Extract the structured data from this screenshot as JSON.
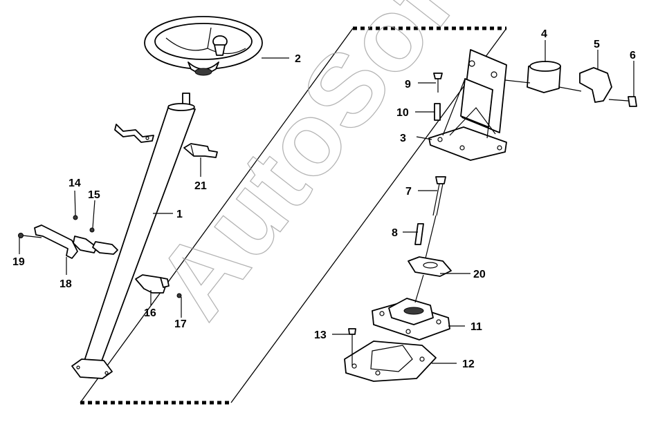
{
  "watermark": "AutoSoft",
  "callouts": [
    {
      "id": "1",
      "name": "part-callout-1"
    },
    {
      "id": "2",
      "name": "part-callout-2"
    },
    {
      "id": "3",
      "name": "part-callout-3"
    },
    {
      "id": "4",
      "name": "part-callout-4"
    },
    {
      "id": "5",
      "name": "part-callout-5"
    },
    {
      "id": "6",
      "name": "part-callout-6"
    },
    {
      "id": "7",
      "name": "part-callout-7"
    },
    {
      "id": "8",
      "name": "part-callout-8"
    },
    {
      "id": "9",
      "name": "part-callout-9"
    },
    {
      "id": "10",
      "name": "part-callout-10"
    },
    {
      "id": "11",
      "name": "part-callout-11"
    },
    {
      "id": "12",
      "name": "part-callout-12"
    },
    {
      "id": "13",
      "name": "part-callout-13"
    },
    {
      "id": "14",
      "name": "part-callout-14"
    },
    {
      "id": "15",
      "name": "part-callout-15"
    },
    {
      "id": "16",
      "name": "part-callout-16"
    },
    {
      "id": "17",
      "name": "part-callout-17"
    },
    {
      "id": "18",
      "name": "part-callout-18"
    },
    {
      "id": "19",
      "name": "part-callout-19"
    },
    {
      "id": "20",
      "name": "part-callout-20"
    },
    {
      "id": "21",
      "name": "part-callout-21"
    }
  ]
}
